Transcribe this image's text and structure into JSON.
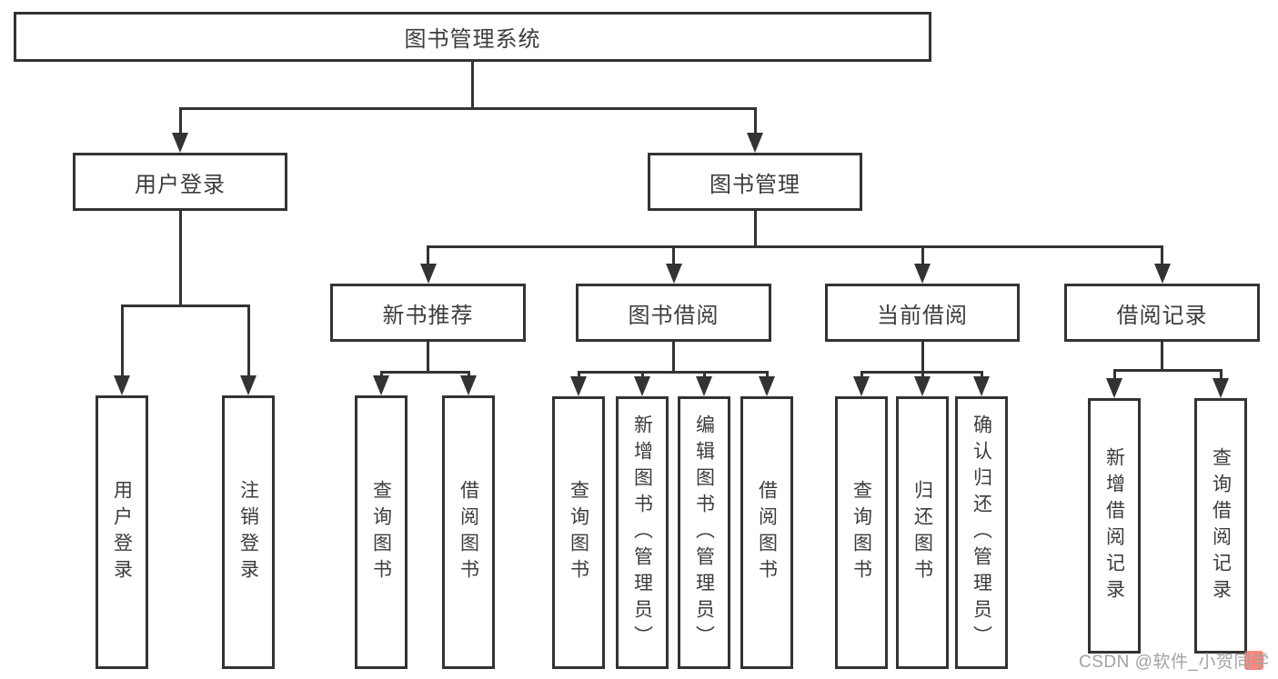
{
  "tree": {
    "root": {
      "label": "图书管理系统"
    },
    "user_login": {
      "label": "用户登录",
      "leaves": [
        "用户登录",
        "注销登录"
      ]
    },
    "book_mgmt": {
      "label": "图书管理",
      "groups": [
        {
          "label": "新书推荐",
          "leaves": [
            "查询图书",
            "借阅图书"
          ]
        },
        {
          "label": "图书借阅",
          "leaves": [
            "查询图书",
            "新增图书（管理员）",
            "编辑图书（管理员）",
            "借阅图书"
          ]
        },
        {
          "label": "当前借阅",
          "leaves": [
            "查询图书",
            "归还图书",
            "确认归还（管理员）"
          ]
        },
        {
          "label": "借阅记录",
          "leaves": [
            "新增借阅记录",
            "查询借阅记录"
          ]
        }
      ]
    }
  },
  "watermark": {
    "text": "CSDN @软件_小贺同学"
  },
  "colors": {
    "line": "#333333",
    "text": "#3c3c3c",
    "background": "#ffffff",
    "watermark_text": "#a2a2a2",
    "watermark_accent": "#f96a5a"
  }
}
